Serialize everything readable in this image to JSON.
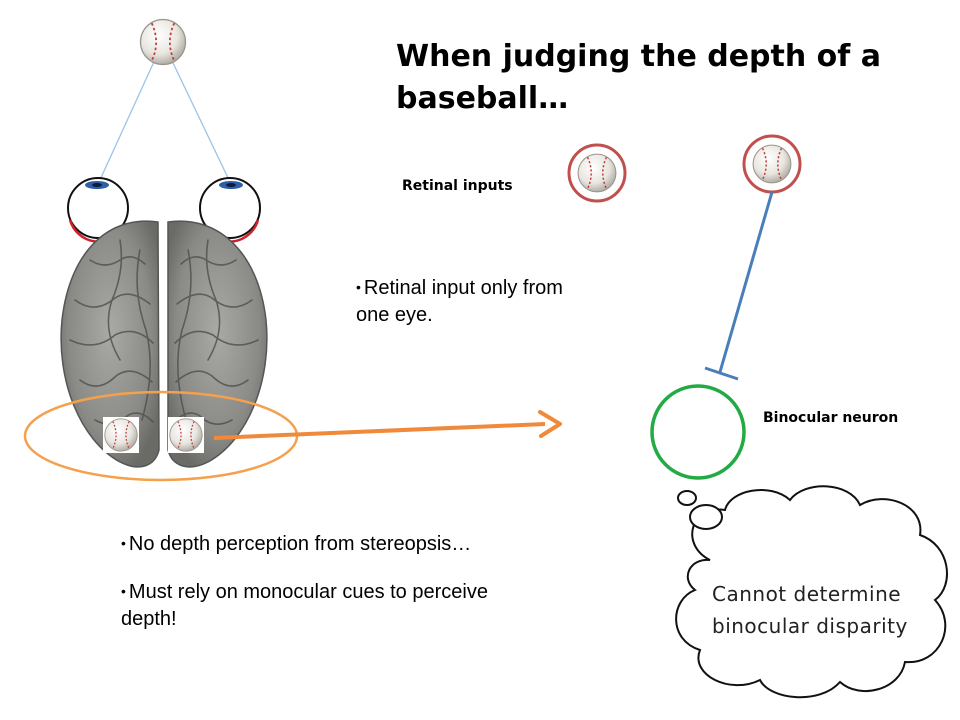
{
  "title": "When judging the depth of a baseball…",
  "labels": {
    "retinal_inputs": "Retinal inputs",
    "binocular_neuron": "Binocular neuron"
  },
  "bullets_top": [
    "Retinal input only from one eye."
  ],
  "bullets_bottom": [
    "No depth perception from stereopsis…",
    "Must rely on monocular cues to perceive depth!"
  ],
  "thought_bubble": "Cannot determine binocular disparity",
  "colors": {
    "sight_lines": "#9dc3e6",
    "retina": "#d0202a",
    "eye_iris": "#2e5fa6",
    "baseball_ring": "#c0504d",
    "inhibitory_connection": "#4a7ebb",
    "binocular_neuron": "#22aa44",
    "visual_cortex_ellipse": "#f4a04c",
    "projection_arrow": "#f08a3a",
    "thought_bubble_stroke": "#111111"
  }
}
